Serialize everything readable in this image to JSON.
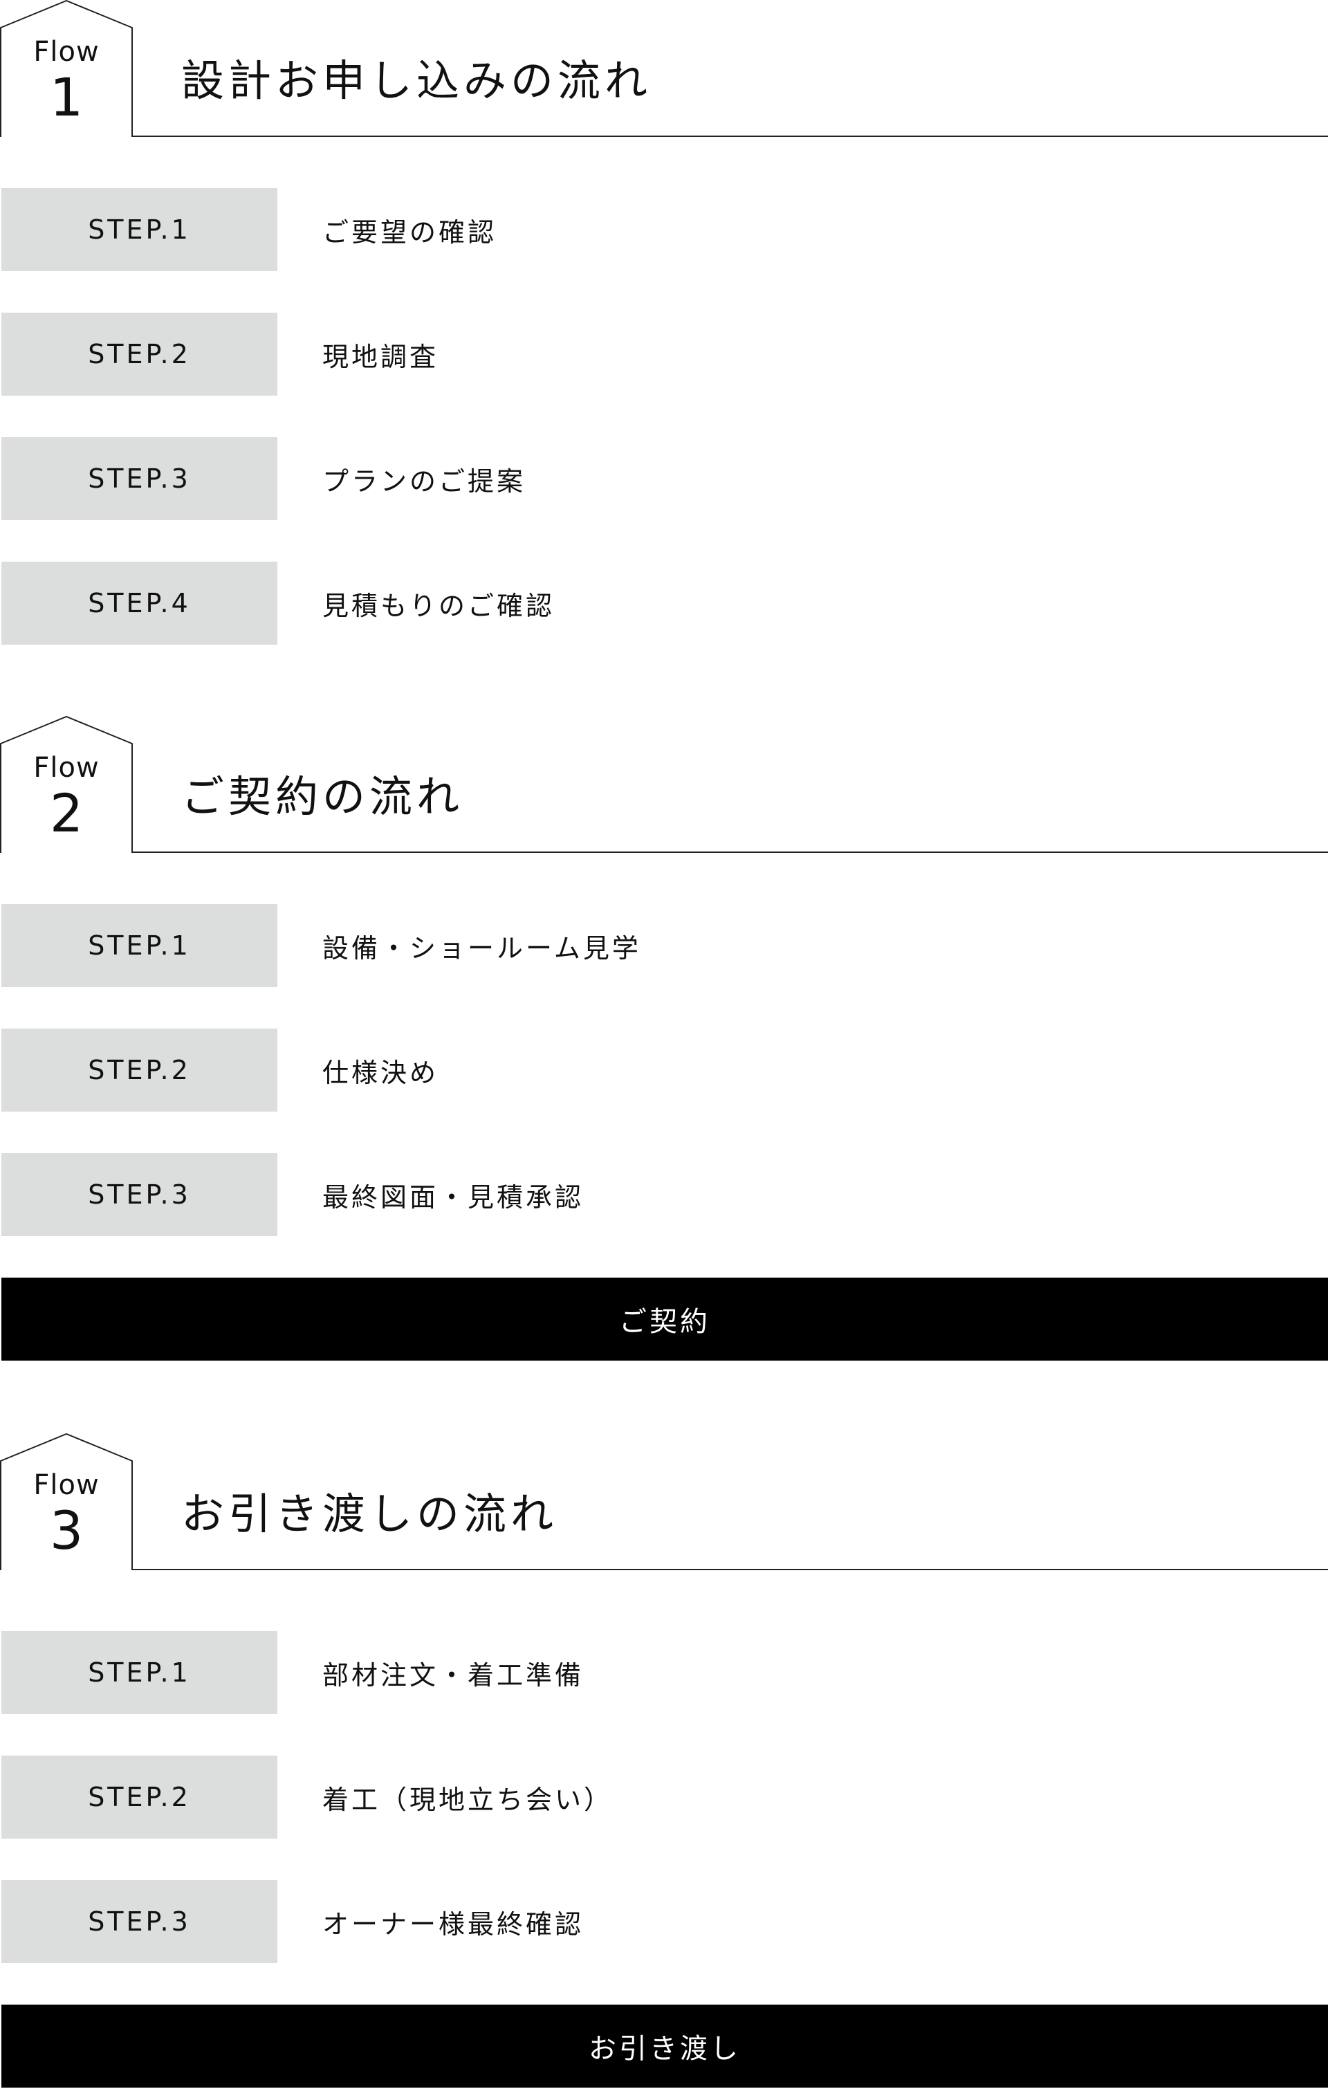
{
  "flows": [
    {
      "flow_word": "Flow",
      "number": "1",
      "title": "設計お申し込みの流れ",
      "steps": [
        {
          "label": "STEP.1",
          "text": "ご要望の確認"
        },
        {
          "label": "STEP.2",
          "text": "現地調査"
        },
        {
          "label": "STEP.3",
          "text": "プランのご提案"
        },
        {
          "label": "STEP.4",
          "text": "見積もりのご確認"
        }
      ]
    },
    {
      "flow_word": "Flow",
      "number": "2",
      "title": "ご契約の流れ",
      "steps": [
        {
          "label": "STEP.1",
          "text": "設備・ショールーム見学"
        },
        {
          "label": "STEP.2",
          "text": "仕様決め"
        },
        {
          "label": "STEP.3",
          "text": "最終図面・見積承認"
        }
      ],
      "milestone": "ご契約"
    },
    {
      "flow_word": "Flow",
      "number": "3",
      "title": "お引き渡しの流れ",
      "steps": [
        {
          "label": "STEP.1",
          "text": "部材注文・着工準備"
        },
        {
          "label": "STEP.2",
          "text": "着工（現地立ち会い）"
        },
        {
          "label": "STEP.3",
          "text": "オーナー様最終確認"
        }
      ],
      "milestone": "お引き渡し"
    }
  ],
  "colors": {
    "step_label_bg": "#dcdddd",
    "milestone_bg": "#000000",
    "milestone_text": "#ffffff",
    "text": "#111111",
    "line": "#222222"
  }
}
